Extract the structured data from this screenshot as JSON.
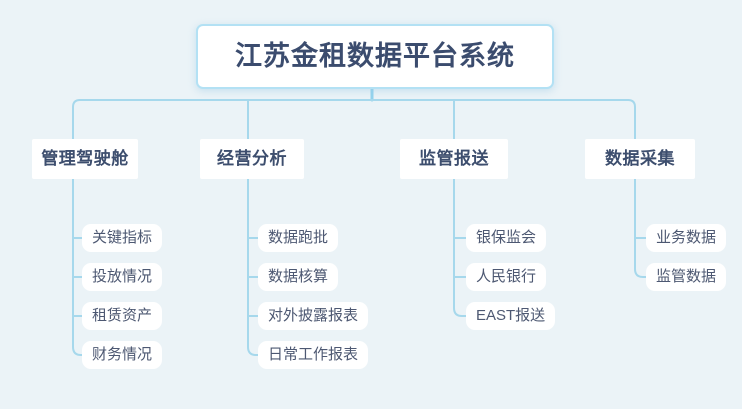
{
  "colors": {
    "background": "#ebf3f7",
    "connector_line": "#a6d8ec",
    "root_stub_line": "#93d3ed",
    "node_background": "#ffffff",
    "root_border": "#b3e1f4",
    "root_text": "#3b4c6e",
    "branch_text": "#3d4e6e",
    "child_text": "#4d5872"
  },
  "mindmap": {
    "root": "江苏金租数据平台系统",
    "branches": [
      {
        "label": "管理驾驶舱",
        "children": [
          "关键指标",
          "投放情况",
          "租赁资产",
          "财务情况"
        ]
      },
      {
        "label": "经营分析",
        "children": [
          "数据跑批",
          "数据核算",
          "对外披露报表",
          "日常工作报表"
        ]
      },
      {
        "label": "监管报送",
        "children": [
          "银保监会",
          "人民银行",
          "EAST报送"
        ]
      },
      {
        "label": "数据采集",
        "children": [
          "业务数据",
          "监管数据"
        ]
      }
    ]
  }
}
